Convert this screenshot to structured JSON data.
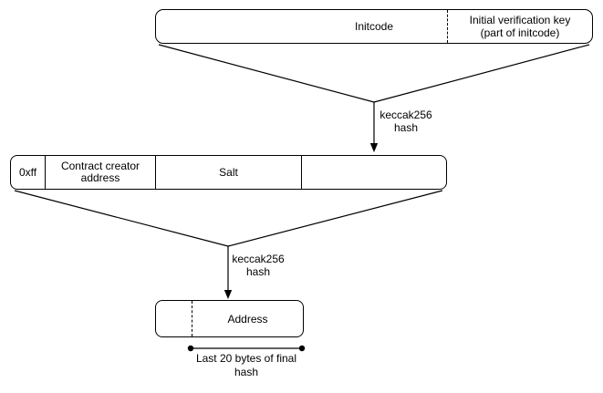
{
  "diagram": {
    "colors": {
      "stroke": "#000000",
      "background": "#ffffff",
      "text": "#000000"
    },
    "initcode_box": {
      "label": "Initcode",
      "verification_key_label": "Initial verification key (part of initcode)"
    },
    "hash_step_1": {
      "label": "keccak256 hash"
    },
    "preimage_box": {
      "segments": [
        "0xff",
        "Contract creator address",
        "Salt",
        ""
      ]
    },
    "hash_step_2": {
      "label": "keccak256 hash"
    },
    "address_box": {
      "label": "Address"
    },
    "measurement": {
      "label": "Last 20 bytes of final hash"
    }
  }
}
